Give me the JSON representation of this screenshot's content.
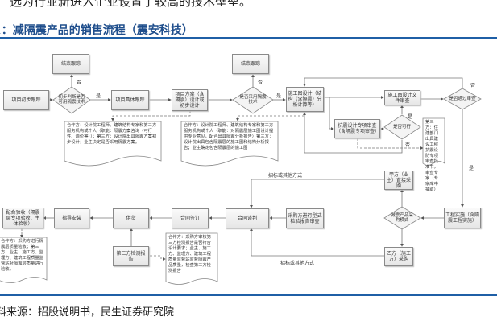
{
  "top_text": "选为行业新进入企业设置了较高的技术壁垒。",
  "figure_title": "1：减隔震产品的销售流程（震安科技）",
  "source": "资料来源：招股说明书，民生证券研究院",
  "nodes": {
    "end1": "结束跟踪",
    "initial_tracking": "项目初步跟踪",
    "d_initial_judge": "初步判断是否可用隔震技术",
    "specific_tracking": "项目具体跟踪",
    "scheme_design": "项目方案（含隔震）设计或初步设计",
    "end2": "结束跟踪",
    "d_adopt": "是否采用隔震技术",
    "construction_design": "施工图设计（结构（含隔震）分析计算等）",
    "doc_review": "施工图设计文件审查",
    "d_pass_review": "是否通过审查",
    "seismic_review": "抗震设计专项审查（含隔震专项审查）",
    "d_feasible": "是否可行",
    "party_a_purchase": "甲方（业主）直接采购",
    "d_purchase_mode": "减震产品采购模式",
    "implementation": "工程实施（含隔震工程实施）",
    "party_b_purchase": "乙方（施工方）采购",
    "type_inspection": "采购方进行型式检验报告审查",
    "negotiation": "合同谈判",
    "signing": "合同签订",
    "supply": "供货",
    "install_guide": "指导安装",
    "acceptance": "配合验收（隔震层专项验收、主体验收）",
    "third_party_report": "第三方检测报告"
  },
  "notes": {
    "note_scheme": "合作方：设计院工程师、建筑结构专家和第三方服务机构或个人（职能：隔震方案咨询（可行性、造价等））；第三方：设计院出具隔震方案初步设计；业主决定是否采用隔震方案。",
    "note_construction": "合作方：设计院工程师、建筑结构专家和第三方服务机构或个人（职能：对隔震层施工图设计提供专业意见，配合出具隔震分析报告）第三方：设计院出具包含隔震层的施工图和结构分析报告；业主确定包含隔震层的施工图",
    "note_review": "第三方：住建部门出具建设工程抗震设防专项审查批准书，审查专家（专家库中抽取）",
    "note_report": "合作方：采购方审核第三方检测报告是否符合设计要求；业主、施工方、监理方、建筑工程质量监督站监督隔震产品质量，检查第三方检测报告",
    "note_acceptance": "合作方：采购方进行隔震层质量验收；第三方：业主、施工方、监理方、建筑工程质量监督站对隔震层质量进行验收。"
  },
  "labels": {
    "no1": "否",
    "yes1": "是",
    "no2": "否",
    "yes2": "是",
    "no3": "否",
    "yes3": "是",
    "no4": "否",
    "yes4": "是",
    "tender_top": "招标或其他方式",
    "tender_bottom": "招标或其他方式"
  }
}
